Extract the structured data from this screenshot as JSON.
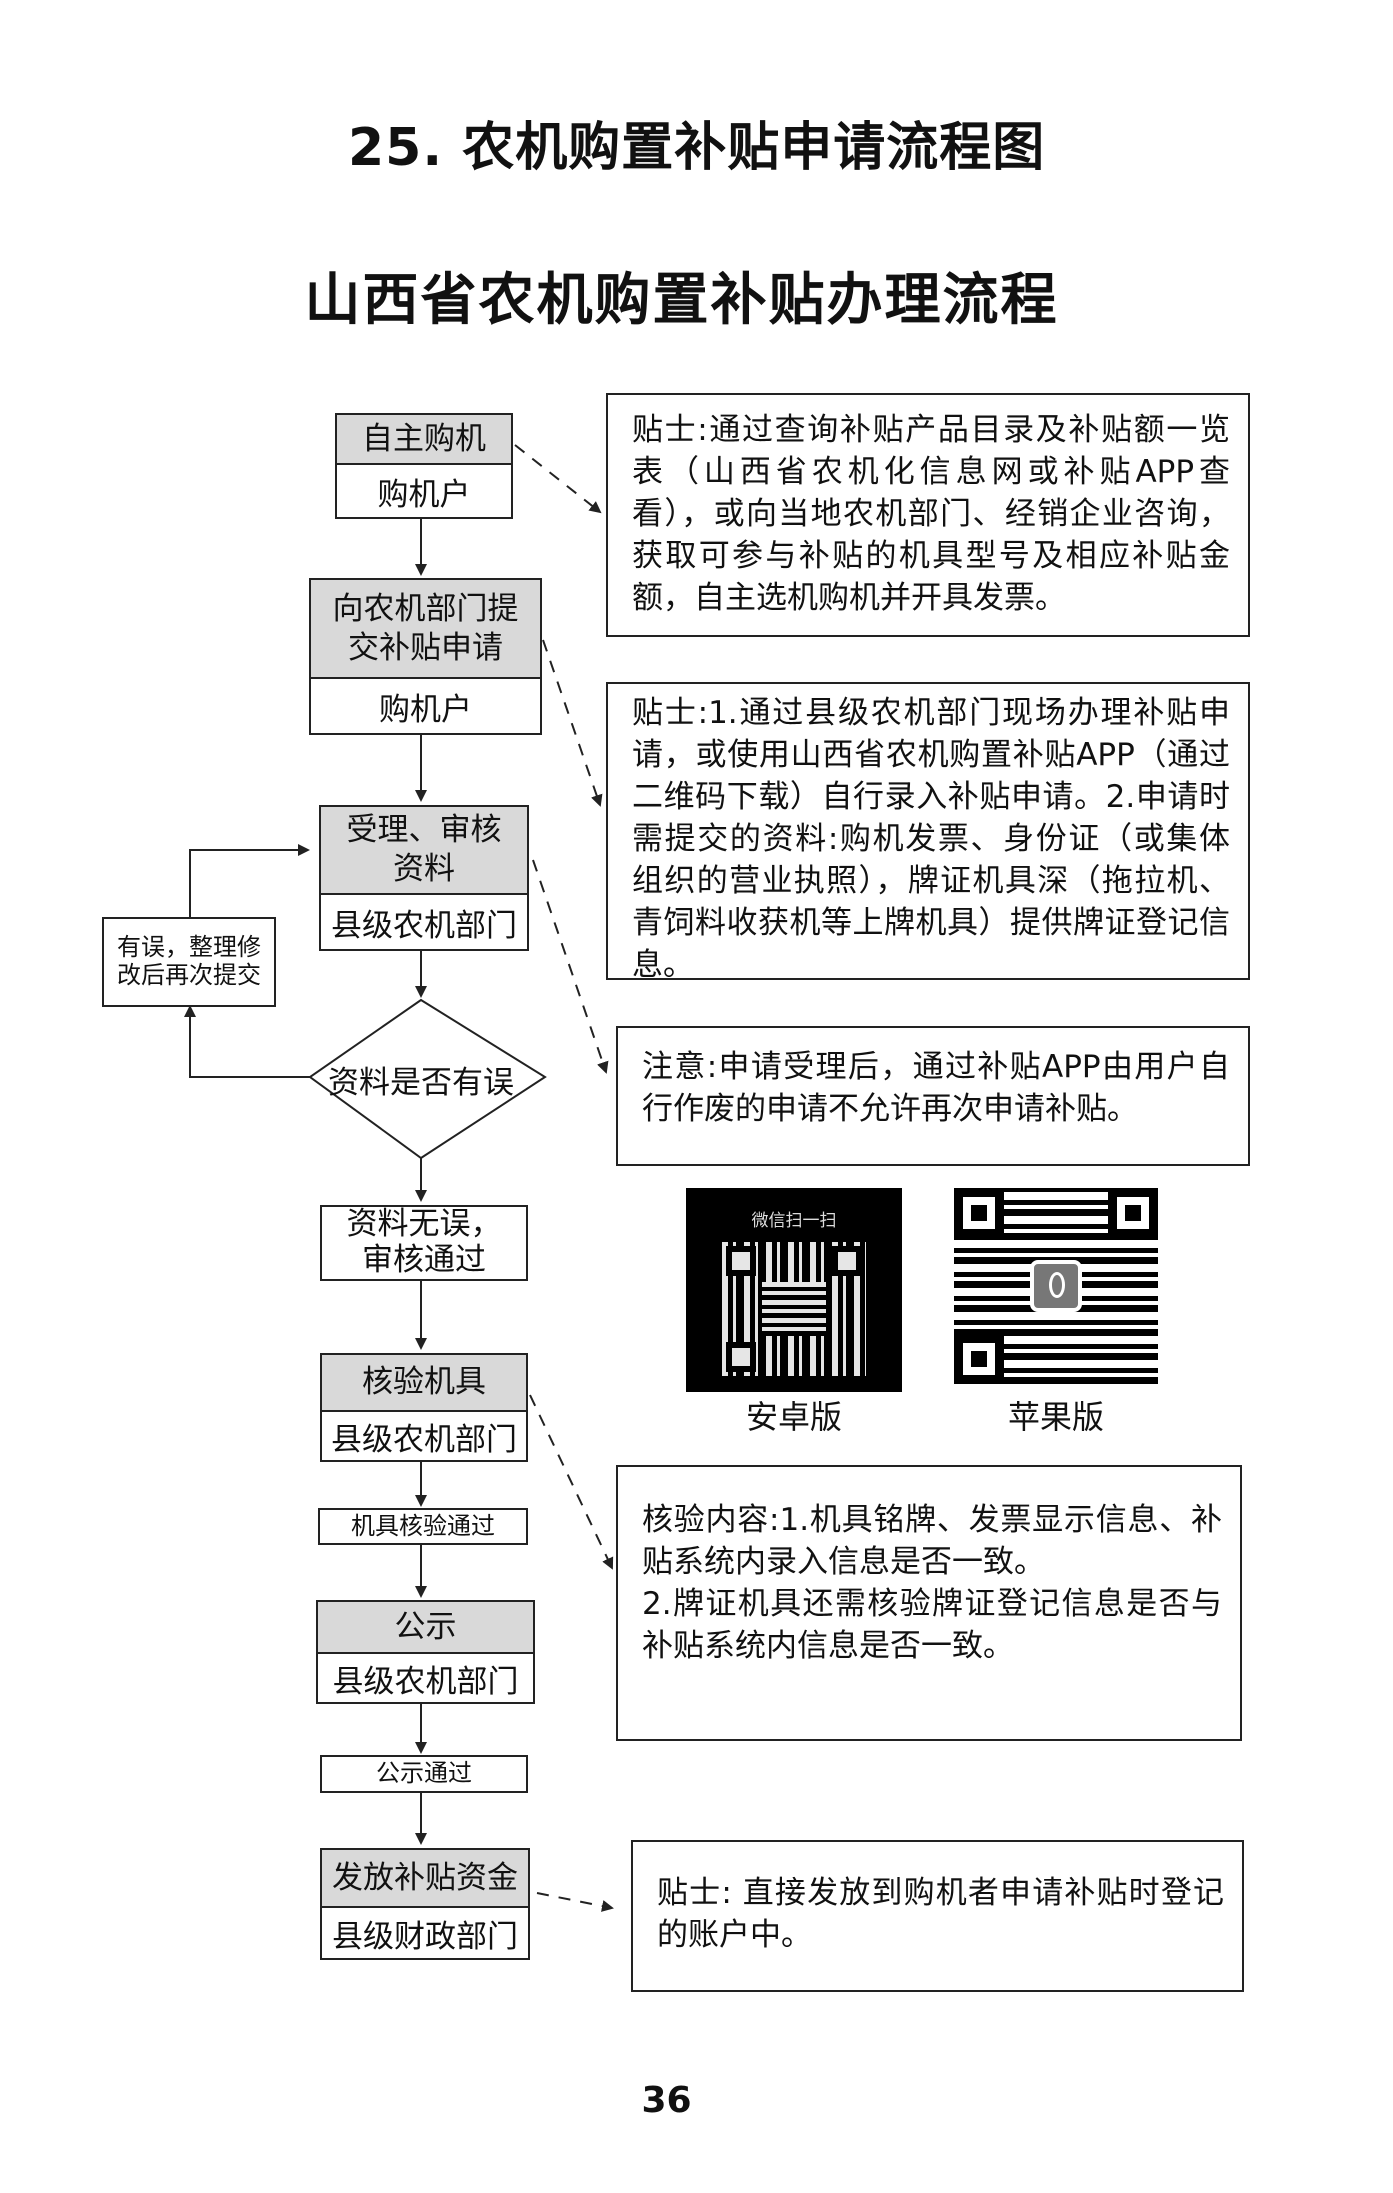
{
  "header": {
    "title": "25. 农机购置补贴申请流程图",
    "subtitle": "山西省农机购置补贴办理流程"
  },
  "steps": {
    "s1_top": "自主购机",
    "s1_bottom": "购机户",
    "s2_top": "向农机部门提交补贴申请",
    "s2_bottom": "购机户",
    "s3_top": "受理、审核资料",
    "s3_bottom": "县级农机部门",
    "decision": "资料是否有误",
    "loop_box": "有误，整理修改后再次提交",
    "s4": "资料无误，审核通过",
    "s5_top": "核验机具",
    "s5_bottom": "县级农机部门",
    "s5_pass": "机具核验通过",
    "s6_top": "公示",
    "s6_bottom": "县级农机部门",
    "s6_pass": "公示通过",
    "s7_top": "发放补贴资金",
    "s7_bottom": "县级财政部门"
  },
  "notes": {
    "n1": "贴士:通过查询补贴产品目录及补贴额一览表（山西省农机化信息网或补贴APP查看），或向当地农机部门、经销企业咨询，获取可参与补贴的机具型号及相应补贴金额，自主选机购机并开具发票。",
    "n2": "贴士:1.通过县级农机部门现场办理补贴申请，或使用山西省农机购置补贴APP（通过二维码下载）自行录入补贴申请。2.申请时需提交的资料:购机发票、身份证（或集体组织的营业执照），牌证机具深（拖拉机、青饲料收获机等上牌机具）提供牌证登记信息。",
    "n3": "注意:申请受理后，通过补贴APP由用户自行作废的申请不允许再次申请补贴。",
    "n4_line1": "核验内容:1.机具铭牌、发票显示信息、补贴系统内录入信息是否一致。",
    "n4_line2": "2.牌证机具还需核验牌证登记信息是否与补贴系统内信息是否一致。",
    "n5": "贴士: 直接发放到购机者申请补贴时登记的账户中。"
  },
  "qr": {
    "android_caption": "微信扫一扫",
    "android_label": "安卓版",
    "ios_label": "苹果版"
  },
  "footer": {
    "page_number": "36"
  }
}
